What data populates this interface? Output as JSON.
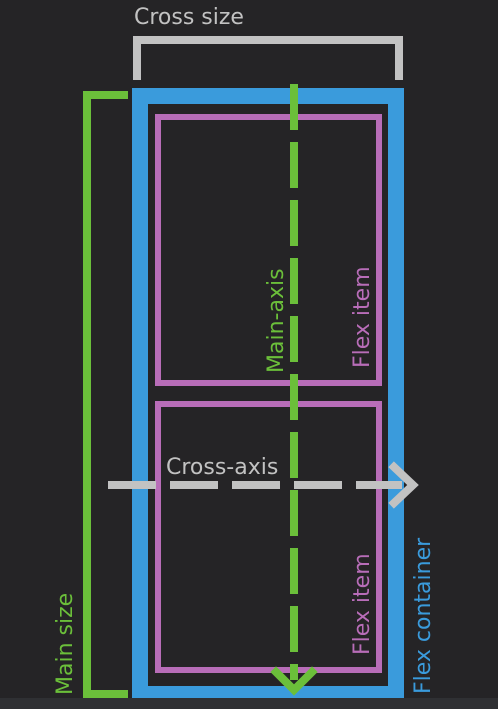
{
  "labels": {
    "cross_size": "Cross size",
    "main_size": "Main size",
    "main_axis": "Main-axis",
    "cross_axis": "Cross-axis",
    "flex_item_top": "Flex item",
    "flex_item_bottom": "Flex item",
    "flex_container": "Flex container"
  },
  "colors": {
    "background": "#252426",
    "container": "#3a9bdc",
    "item": "#b86db8",
    "main": "#6bbf3a",
    "cross": "#c2c2c2",
    "bottom_bar": "#2f3033"
  },
  "icons": {
    "main_axis_arrowhead": "chevron-down-icon",
    "cross_axis_arrowhead": "chevron-right-icon"
  }
}
